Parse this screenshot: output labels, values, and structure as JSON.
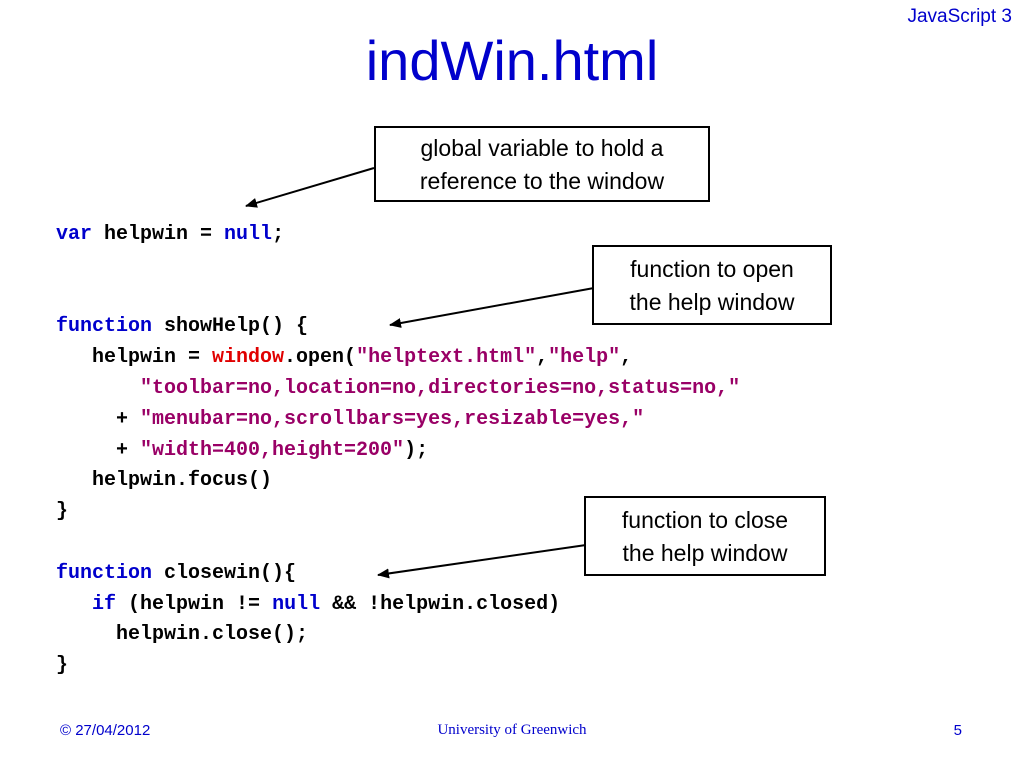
{
  "slide": {
    "corner_label": "JavaScript 3",
    "title": "indWin.html"
  },
  "callouts": {
    "global_var": {
      "line1": "global variable to hold a",
      "line2": "reference to the window"
    },
    "open_fn": {
      "line1": "function to open",
      "line2": "the help window"
    },
    "close_fn": {
      "line1": "function to close",
      "line2": "the help window"
    }
  },
  "code": {
    "l1": {
      "kw": "var",
      "t1": " helpwin = ",
      "null": "null",
      "t2": ";"
    },
    "l3": {
      "kw": "function",
      "t1": " showHelp() {"
    },
    "l4": {
      "t1": "   helpwin = ",
      "obj": "window",
      "t2": ".open(",
      "s1": "\"helptext.html\"",
      "t3": ",",
      "s2": "\"help\"",
      "t4": ","
    },
    "l5": {
      "indent": "       ",
      "s1": "\"toolbar=no,location=no,directories=no,status=no,\""
    },
    "l6": {
      "t1": "     + ",
      "s1": "\"menubar=no,scrollbars=yes,resizable=yes,\""
    },
    "l7": {
      "t1": "     + ",
      "s1": "\"width=400,height=200\"",
      "t2": ");"
    },
    "l8": {
      "t1": "   helpwin.focus()"
    },
    "l9": {
      "t1": "}"
    },
    "l11": {
      "kw": "function",
      "t1": " closewin(){"
    },
    "l12": {
      "indent": "   ",
      "kw": "if",
      "t1": " (helpwin != ",
      "null": "null",
      "t2": " && !helpwin.closed)"
    },
    "l13": {
      "t1": "     helpwin.close();"
    },
    "l14": {
      "t1": "}"
    }
  },
  "footer": {
    "date": "© 27/04/2012",
    "institution": "University of Greenwich",
    "page_number": "5"
  }
}
